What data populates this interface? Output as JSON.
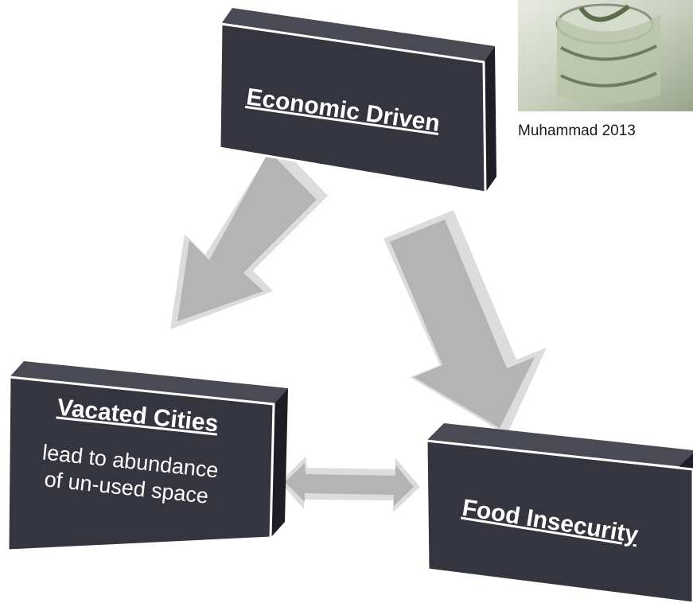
{
  "boxes": {
    "economic": {
      "title": "Economic Driven"
    },
    "vacated": {
      "title": "Vacated Cities",
      "line1": "lead to abundance",
      "line2": "of un-used space"
    },
    "food": {
      "title": "Food Insecurity"
    }
  },
  "credit": "Muhammad 2013",
  "photo": {
    "subject": "jar of money"
  },
  "colors": {
    "box_face": "#35353f",
    "box_side": "#1e1e26",
    "box_edge": "#ffffff",
    "arrow": "#b4b4b4",
    "text": "#ffffff"
  }
}
